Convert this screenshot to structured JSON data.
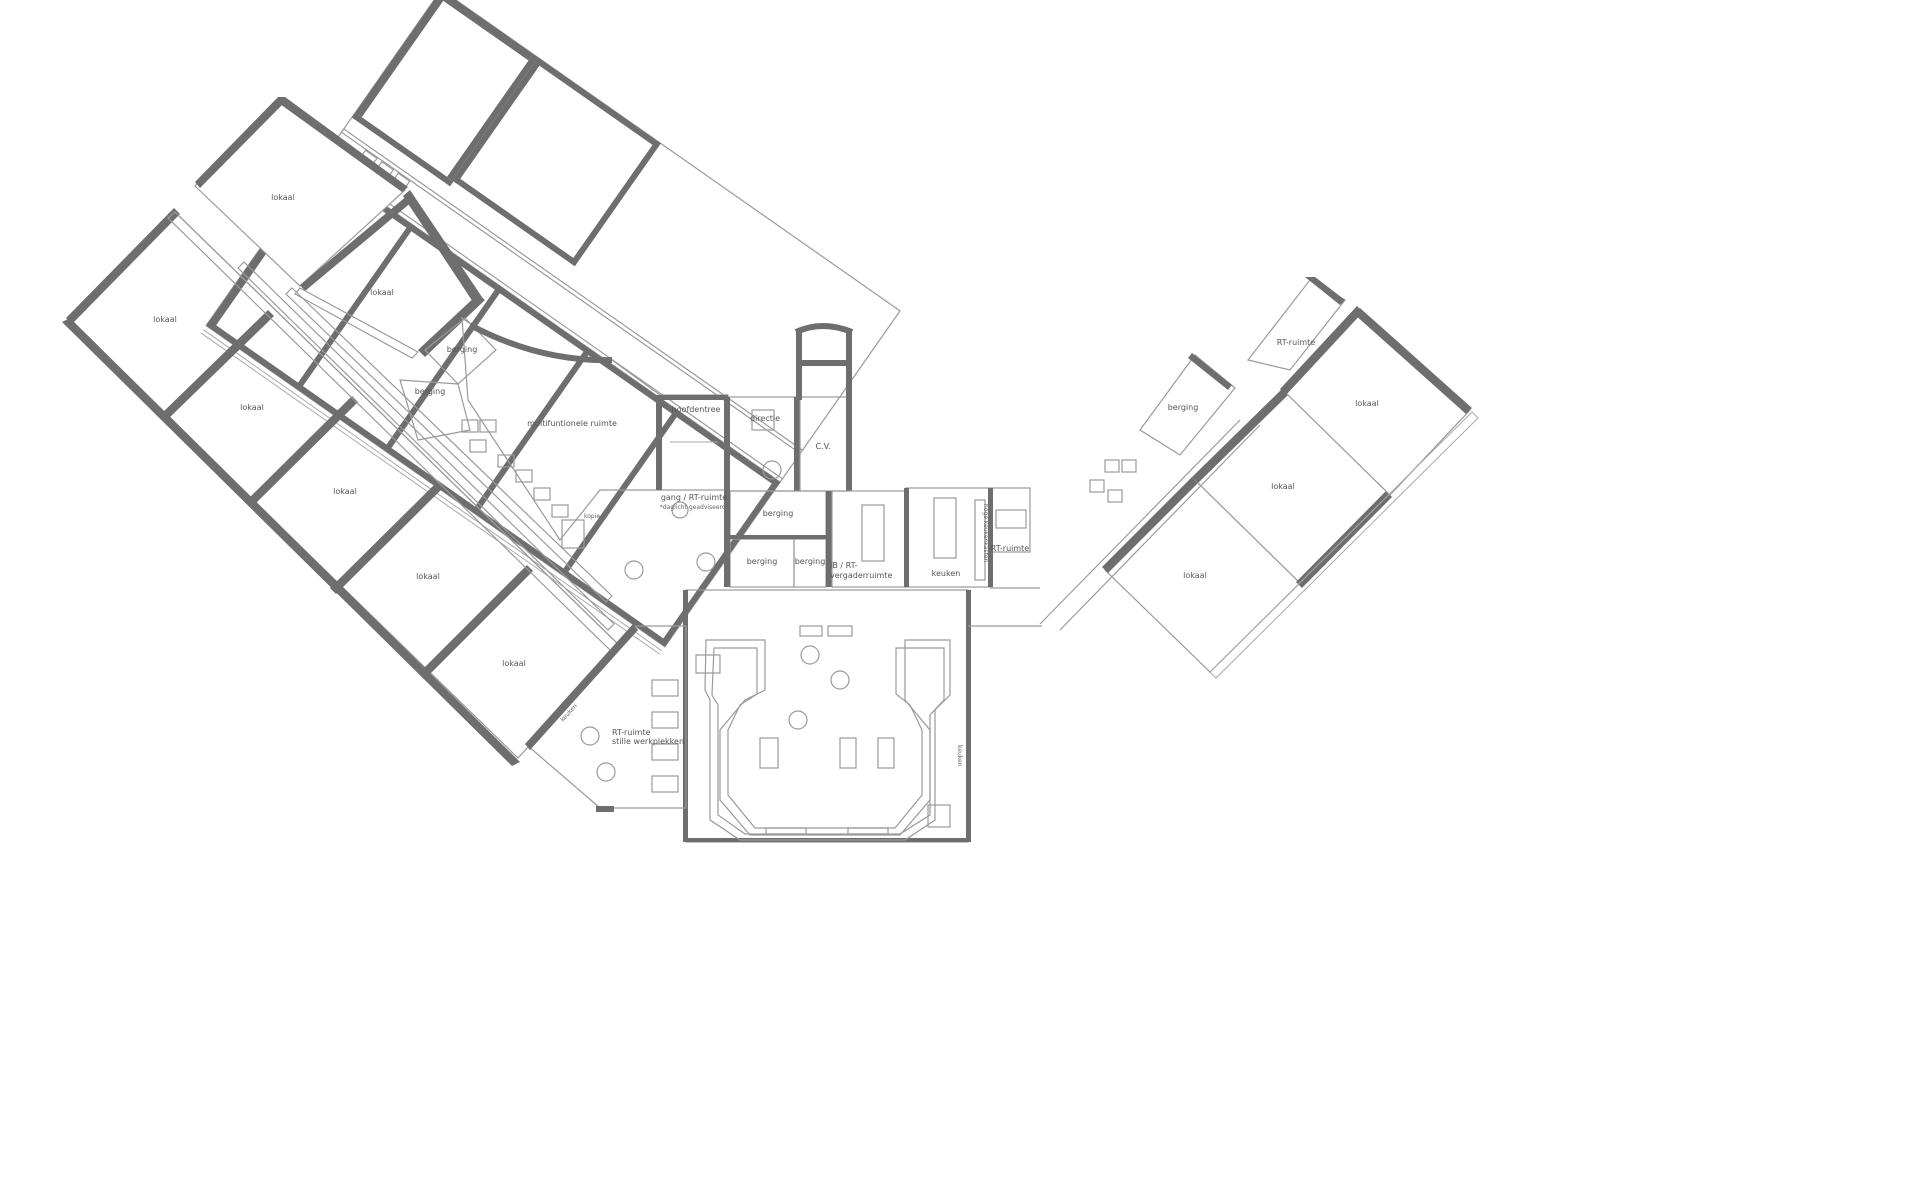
{
  "rooms": {
    "lokaal_nw1": "lokaal",
    "lokaal_nw2": "lokaal",
    "lokaal_w1": "lokaal",
    "lokaal_w2": "lokaal",
    "lokaal_w3": "lokaal",
    "lokaal_w4": "lokaal",
    "lokaal_w5": "lokaal",
    "lokaal_e1": "lokaal",
    "lokaal_e2": "lokaal",
    "lokaal_e3": "lokaal",
    "berging_1": "berging",
    "berging_2": "berging",
    "berging_3": "berging",
    "berging_4": "berging",
    "berging_5": "berging",
    "berging_6": "berging",
    "multifunctional": "multifuntionele ruimte",
    "hoofdentree": "hoofdentree",
    "directie": "directie",
    "cv": "C.V.",
    "gang": "gang / RT-ruimte",
    "gang_note": "*daglicht geadviseerd!",
    "kopie": "kopie",
    "ib_line1": "IB / RT-",
    "ib_line2": "vergaderruimte",
    "keuken": "keuken",
    "hoge_keukenkasten": "hoge keukenkasten",
    "rt_ruimte_center": "RT-ruimte",
    "rt_ruimte_east": "RT-ruimte",
    "rt_stil_line1": "RT-ruimte",
    "rt_stil_line2": "stille werkplekken",
    "keuken_sw": "keuken",
    "keuken_se": "keuken"
  }
}
